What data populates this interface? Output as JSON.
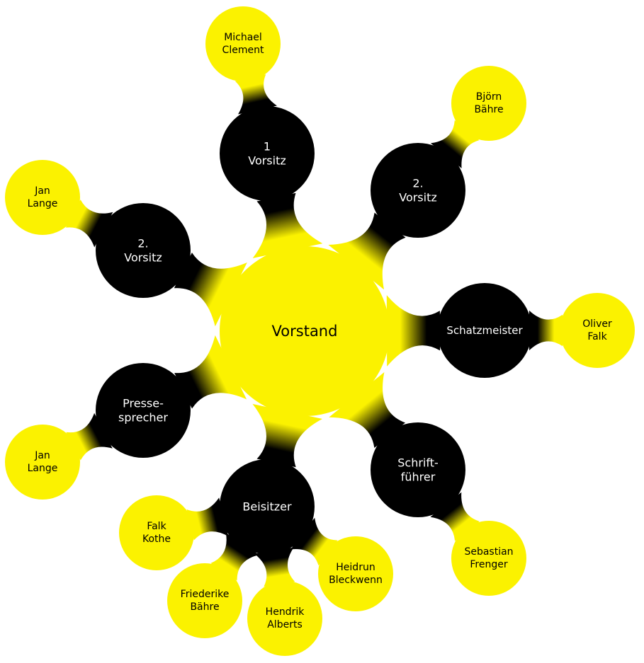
{
  "colors": {
    "yellow": "#fbf200",
    "black": "#000000",
    "white": "#ffffff"
  },
  "root": {
    "lines": [
      "Vorstand"
    ]
  },
  "branches": [
    {
      "id": "vorsitz-1",
      "lines": [
        "1",
        "Vorsitz"
      ],
      "leaves": [
        {
          "id": "michael-clement",
          "lines": [
            "Michael",
            "Clement"
          ]
        }
      ]
    },
    {
      "id": "vorsitz-2-right",
      "lines": [
        "2.",
        "Vorsitz"
      ],
      "leaves": [
        {
          "id": "bjoern-baehre",
          "lines": [
            "Björn",
            "Bähre"
          ]
        }
      ]
    },
    {
      "id": "schatzmeister",
      "lines": [
        "Schatzmeister"
      ],
      "leaves": [
        {
          "id": "oliver-falk",
          "lines": [
            "Oliver",
            "Falk"
          ]
        }
      ]
    },
    {
      "id": "schriftfuehrer",
      "lines": [
        "Schrift-",
        "führer"
      ],
      "leaves": [
        {
          "id": "sebastian-frenger",
          "lines": [
            "Sebastian",
            "Frenger"
          ]
        }
      ]
    },
    {
      "id": "beisitzer",
      "lines": [
        "Beisitzer"
      ],
      "leaves": [
        {
          "id": "falk-kothe",
          "lines": [
            "Falk",
            "Kothe"
          ]
        },
        {
          "id": "friederike-baehre",
          "lines": [
            "Friederike",
            "Bähre"
          ]
        },
        {
          "id": "hendrik-alberts",
          "lines": [
            "Hendrik",
            "Alberts"
          ]
        },
        {
          "id": "heidrun-bleckwenn",
          "lines": [
            "Heidrun",
            "Bleckwenn"
          ]
        }
      ]
    },
    {
      "id": "pressesprecher",
      "lines": [
        "Presse-",
        "sprecher"
      ],
      "leaves": [
        {
          "id": "jan-lange-bottom",
          "lines": [
            "Jan",
            "Lange"
          ]
        }
      ]
    },
    {
      "id": "vorsitz-2-left",
      "lines": [
        "2.",
        "Vorsitz"
      ],
      "leaves": [
        {
          "id": "jan-lange-top",
          "lines": [
            "Jan",
            "Lange"
          ]
        }
      ]
    }
  ]
}
